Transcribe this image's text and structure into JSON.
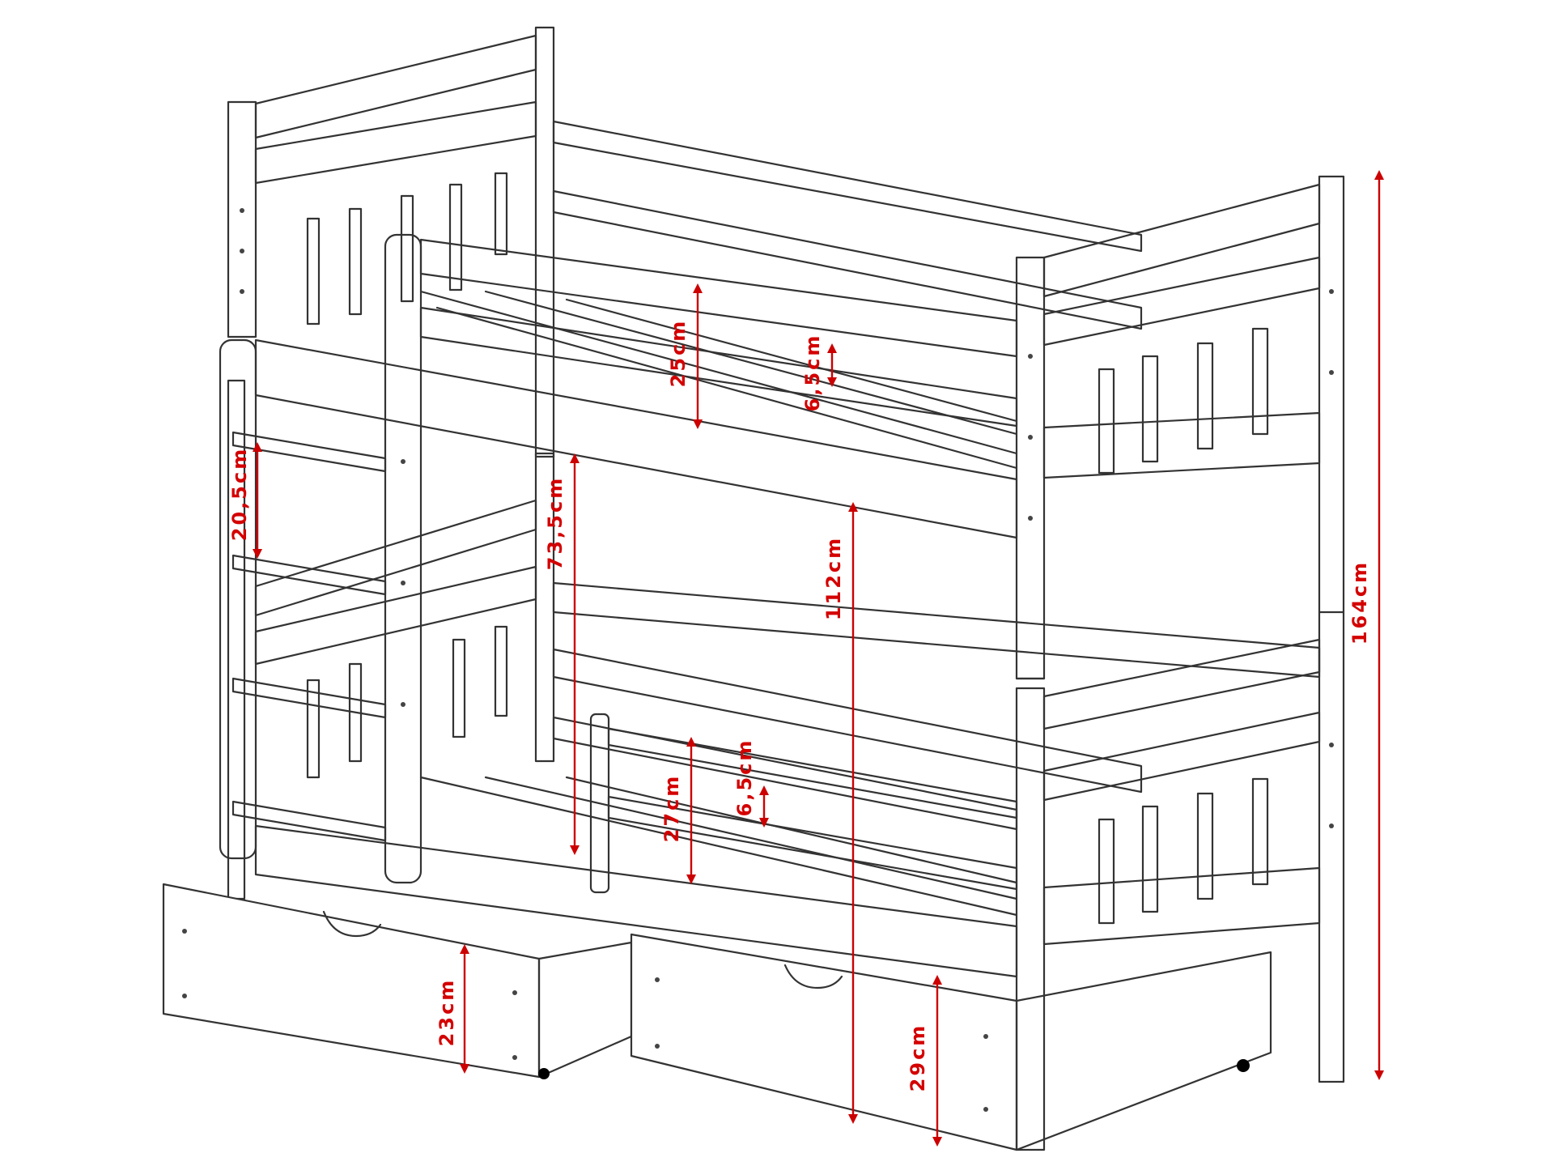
{
  "dimensions": [
    {
      "label": "25cm"
    },
    {
      "label": "6,5cm"
    },
    {
      "label": "20,5cm"
    },
    {
      "label": "73,5cm"
    },
    {
      "label": "112cm"
    },
    {
      "label": "164cm"
    },
    {
      "label": "27cm"
    },
    {
      "label": "6,5cm"
    },
    {
      "label": "23cm"
    },
    {
      "label": "29cm"
    }
  ],
  "colors": {
    "dimension": "#cc0000",
    "outline": "#333333",
    "background": "#ffffff"
  }
}
